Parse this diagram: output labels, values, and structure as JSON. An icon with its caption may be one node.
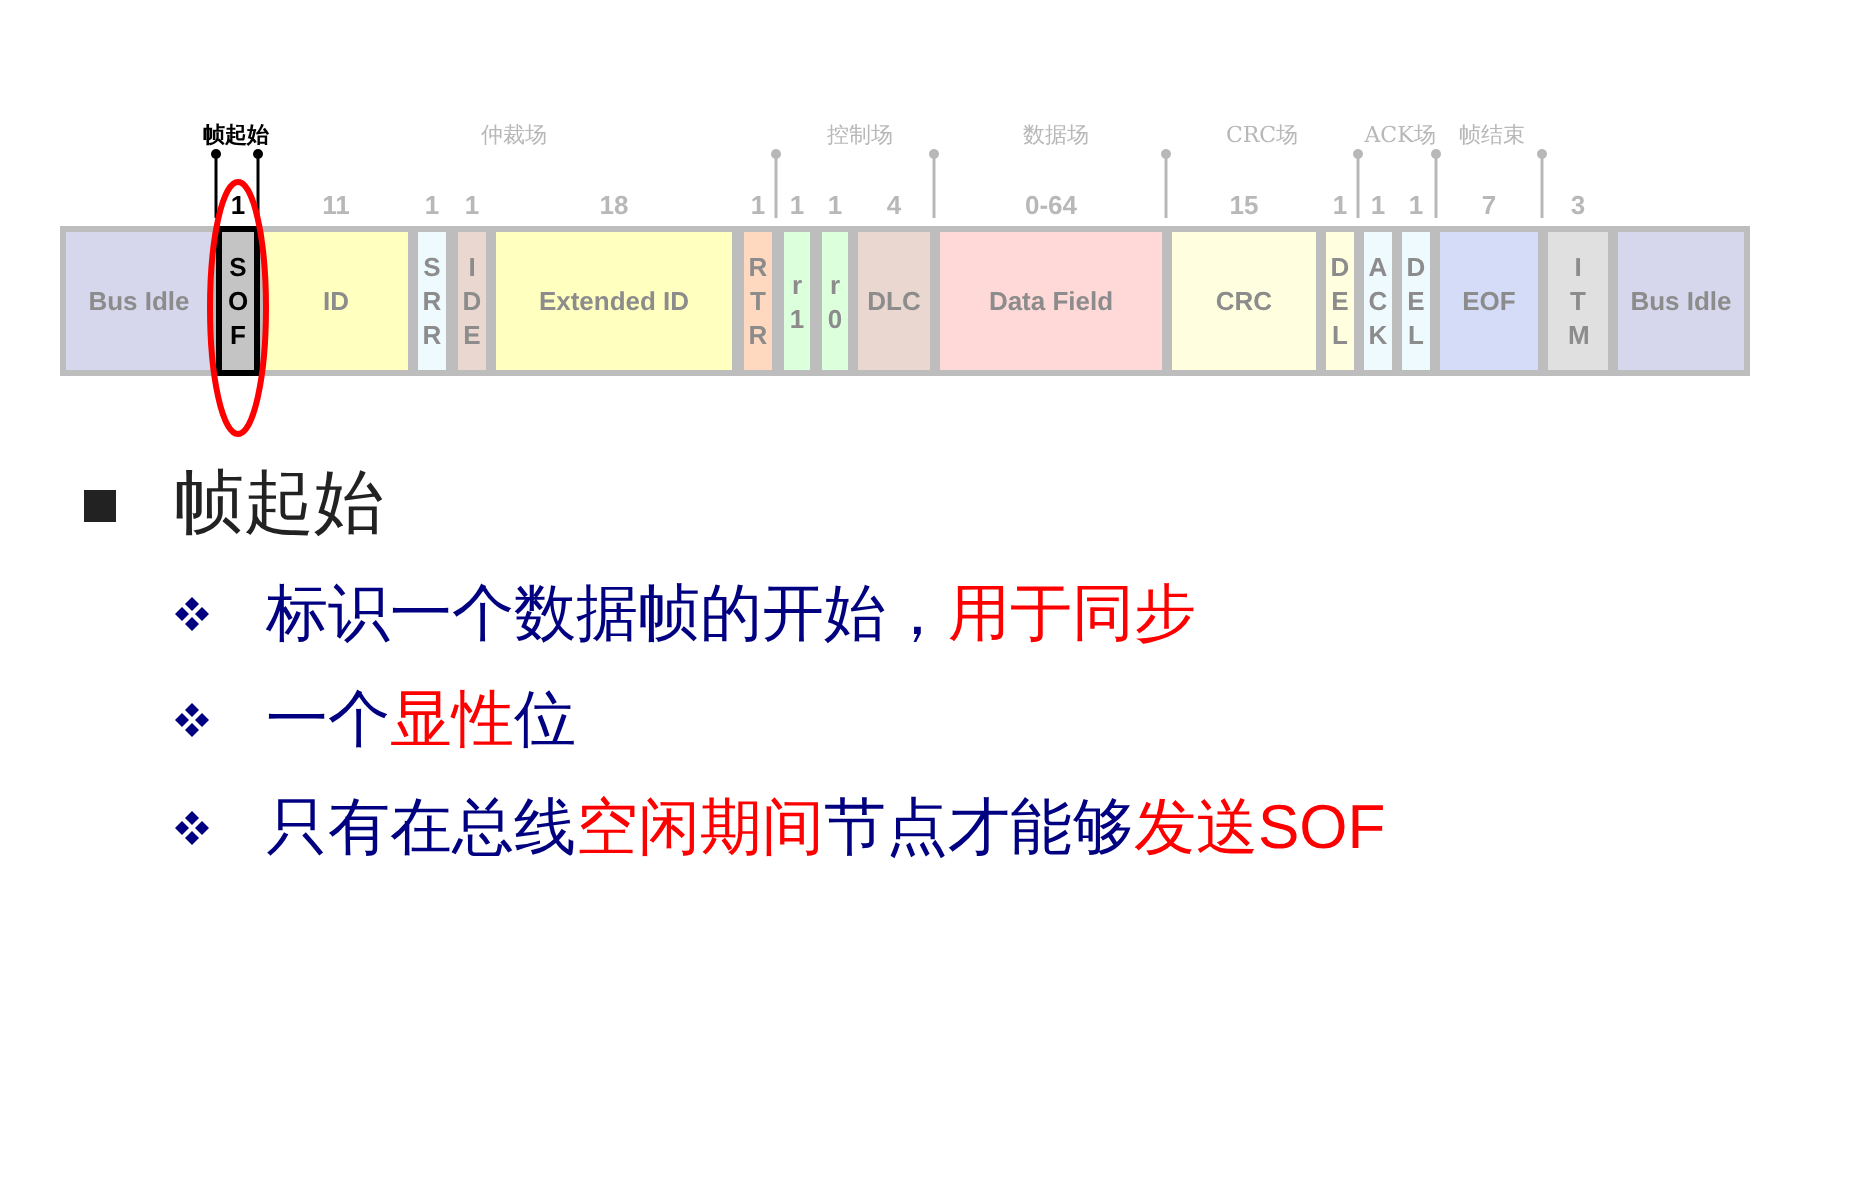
{
  "diagram": {
    "nodes": [
      {
        "text": [
          "Bus Idle"
        ]
      },
      {
        "text": [
          "SOF"
        ],
        "beside": [
          "1"
        ]
      },
      {
        "text": [
          "ID"
        ],
        "beside": [
          "11"
        ]
      },
      {
        "text": [
          "SRR"
        ],
        "beside": [
          "1"
        ]
      },
      {
        "text": [
          "IDE"
        ],
        "beside": [
          "1"
        ]
      },
      {
        "text": [
          "Extended ID"
        ],
        "beside": [
          "18"
        ]
      },
      {
        "text": [
          "RTR"
        ],
        "beside": [
          "1"
        ]
      },
      {
        "text": [
          "r1"
        ],
        "beside": [
          "1"
        ]
      },
      {
        "text": [
          "r0"
        ],
        "beside": [
          "1"
        ]
      },
      {
        "text": [
          "DLC"
        ],
        "beside": [
          "4"
        ]
      },
      {
        "text": [
          "Data Field"
        ],
        "beside": [
          "0-64"
        ]
      },
      {
        "text": [
          "CRC"
        ],
        "beside": [
          "15"
        ]
      },
      {
        "text": [
          "DEL"
        ],
        "beside": [
          "1"
        ]
      },
      {
        "text": [
          "ACK"
        ],
        "beside": [
          "1"
        ]
      },
      {
        "text": [
          "DEL"
        ],
        "beside": [
          "1"
        ]
      },
      {
        "text": [
          "EOF"
        ],
        "beside": [
          "7"
        ]
      },
      {
        "text": [
          "ITM"
        ],
        "beside": [
          "3"
        ]
      },
      {
        "text": [
          "Bus Idle"
        ]
      }
    ],
    "labels": [
      "帧起始",
      "仲裁场",
      "控制场",
      "数据场",
      "CRC场",
      "ACK场",
      "帧结束",
      "帧起始",
      "标识一个数据帧的开始，",
      "用于同步",
      "一个",
      "显性",
      "位",
      "只有在总线",
      "空闲期间",
      "节点才能够",
      "发送SOF"
    ]
  }
}
